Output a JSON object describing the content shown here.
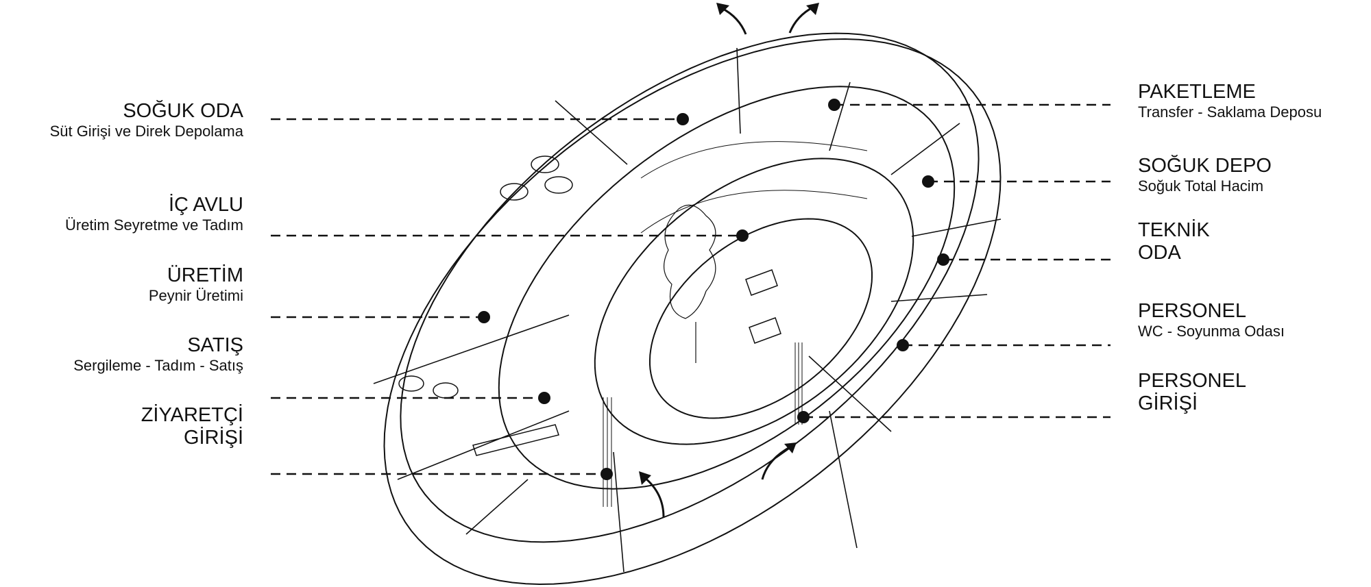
{
  "diagram": {
    "left_labels": [
      {
        "title": "SOĞUK ODA",
        "subtitle": "Süt Girişi ve Direk Depolama"
      },
      {
        "title": "İÇ AVLU",
        "subtitle": "Üretim Seyretme ve Tadım"
      },
      {
        "title": "ÜRETİM",
        "subtitle": "Peynir Üretimi"
      },
      {
        "title": "SATIŞ",
        "subtitle": "Sergileme - Tadım - Satış"
      },
      {
        "title": "ZİYARETÇİ",
        "title2": "GİRİŞİ"
      }
    ],
    "right_labels": [
      {
        "title": "PAKETLEME",
        "subtitle": "Transfer - Saklama Deposu"
      },
      {
        "title": "SOĞUK DEPO",
        "subtitle": "Soğuk Total Hacim"
      },
      {
        "title": "TEKNİK",
        "title2": "ODA"
      },
      {
        "title": "PERSONEL",
        "subtitle": "WC - Soyunma Odası"
      },
      {
        "title": "PERSONEL",
        "title2": "GİRİŞİ"
      }
    ],
    "line_color": "#111111"
  }
}
